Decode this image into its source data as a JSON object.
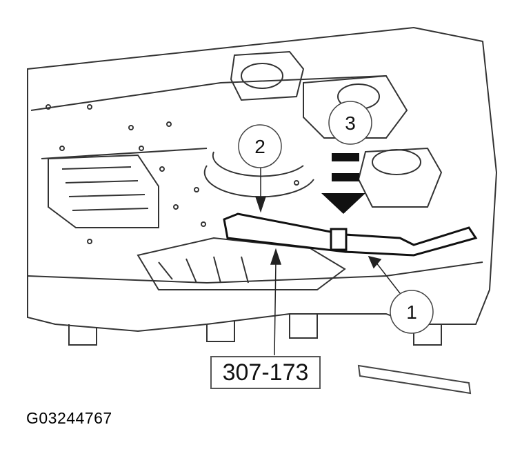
{
  "diagram": {
    "callouts": [
      {
        "id": "1",
        "label": "1"
      },
      {
        "id": "2",
        "label": "2"
      },
      {
        "id": "3",
        "label": "3"
      }
    ],
    "tool_label": "307-173",
    "figure_id": "G03244767",
    "colors": {
      "line": "#111111",
      "background": "#ffffff",
      "box_border": "#555555"
    }
  }
}
